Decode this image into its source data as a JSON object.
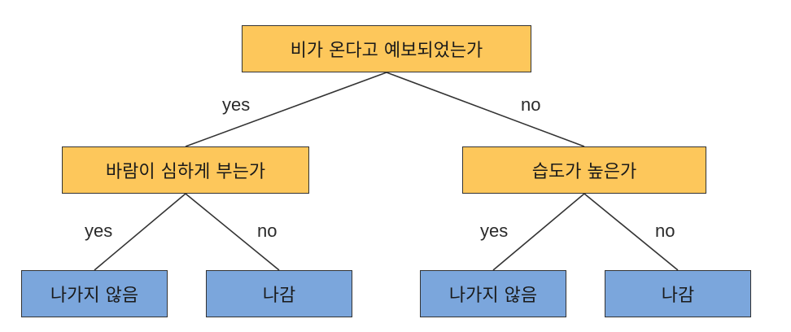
{
  "tree": {
    "root": {
      "label": "비가 온다고 예보되었는가"
    },
    "wind": {
      "label": "바람이 심하게 부는가"
    },
    "humidity": {
      "label": "습도가 높은가"
    },
    "leaves": [
      {
        "label": "나가지 않음"
      },
      {
        "label": "나감"
      },
      {
        "label": "나가지 않음"
      },
      {
        "label": "나감"
      }
    ],
    "edges": {
      "root_yes": "yes",
      "root_no": "no",
      "wind_yes": "yes",
      "wind_no": "no",
      "humidity_yes": "yes",
      "humidity_no": "no"
    }
  },
  "colors": {
    "decision_fill": "#fdc75b",
    "leaf_fill": "#7ba6dc",
    "stroke": "#333333"
  }
}
